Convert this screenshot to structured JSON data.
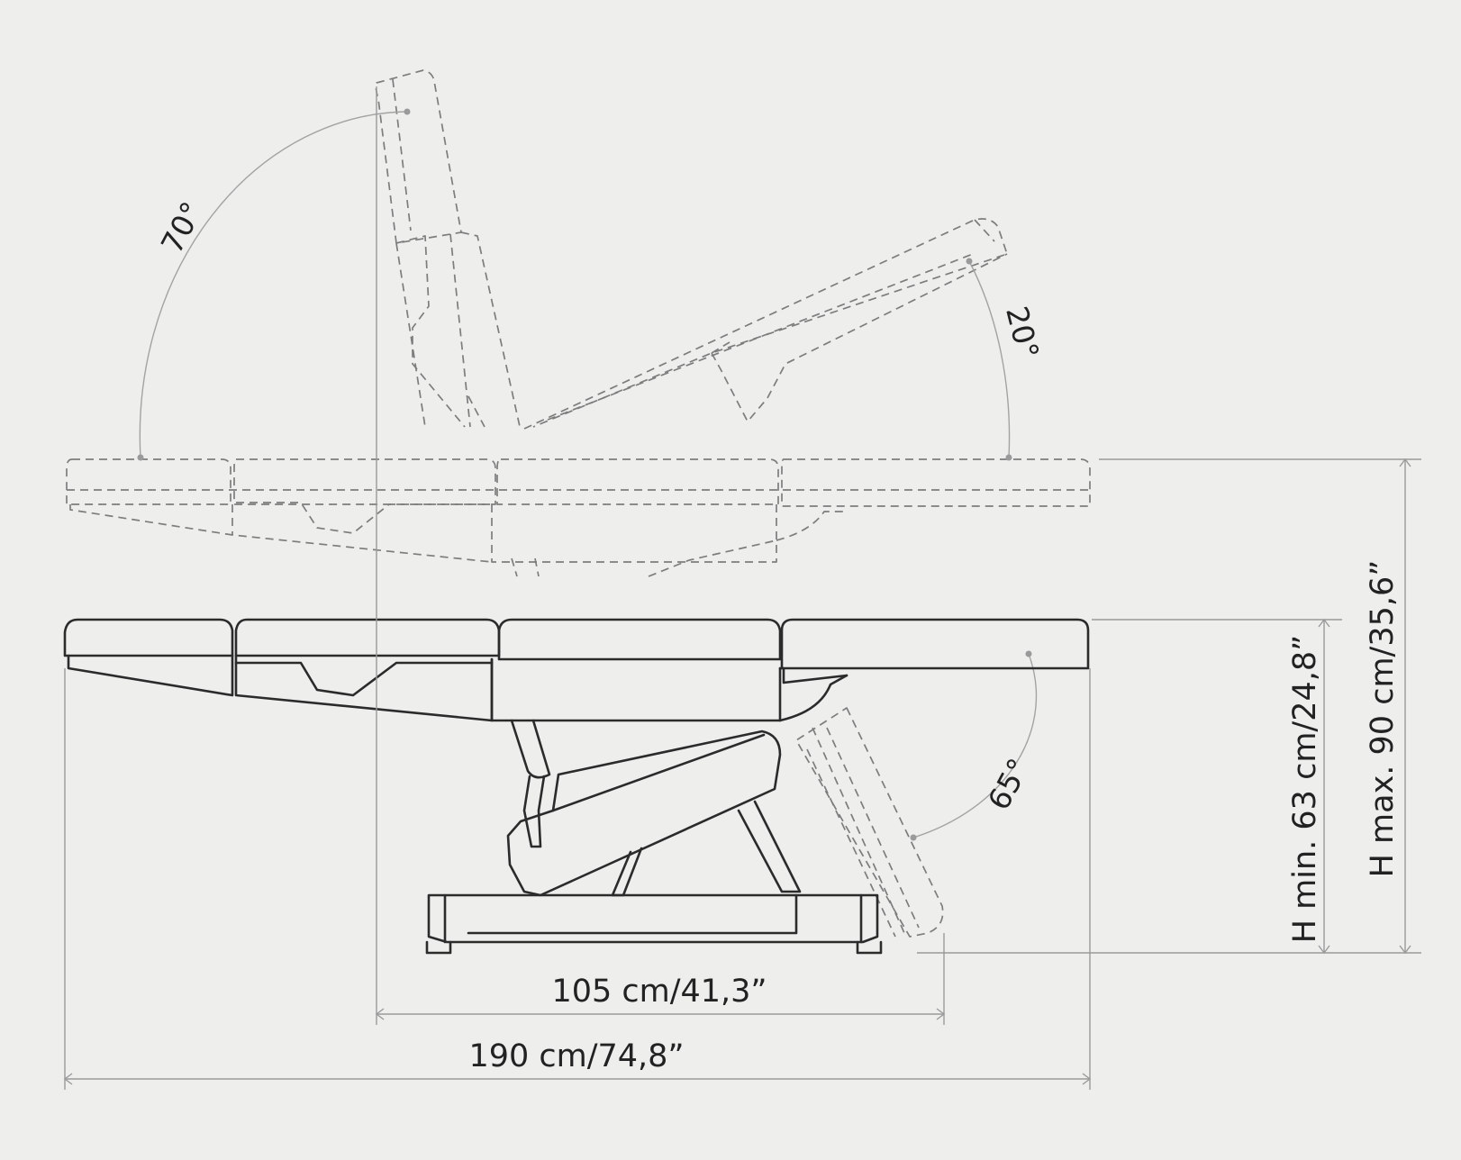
{
  "labels": {
    "width_total": "190 cm/74,8”",
    "width_base": "105 cm/41,3”",
    "height_min": "H min. 63 cm/24,8”",
    "height_max": "H max. 90 cm/35,6”",
    "angle_back": "70°",
    "angle_leg": "20°",
    "angle_foot": "65°"
  },
  "colors": {
    "background": "#eeeeed",
    "outline": "#2b2b2b",
    "dashed_outline": "#7d7d7d",
    "dimension_line": "#9a9a9a"
  }
}
